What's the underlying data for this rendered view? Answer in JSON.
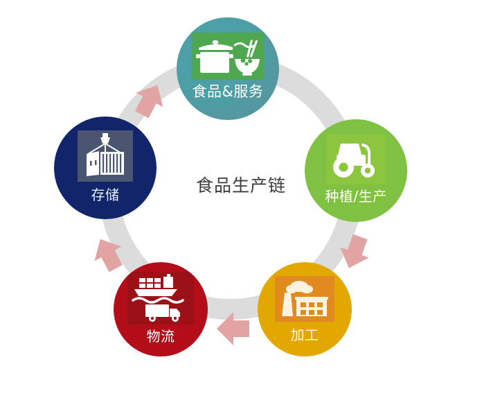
{
  "diagram": {
    "center_title": "食品生产链",
    "ring_color": "#dcdcdc",
    "arrow_color": "#e2a3a3",
    "background": "#ffffff",
    "flow_direction": "counter-clockwise",
    "nodes": [
      {
        "id": "food-service",
        "label": "食品&服务",
        "icon": "pot-and-noodle-bowl-icon",
        "circle_color": "#4fa3a8",
        "icon_box_color": "#4fa84f",
        "position": "top"
      },
      {
        "id": "farming-production",
        "label": "种植/生产",
        "icon": "tractor-icon",
        "circle_color": "#7fc142",
        "icon_box_color": "#8cc63f",
        "position": "right"
      },
      {
        "id": "processing",
        "label": "加工",
        "icon": "factory-icon",
        "circle_color": "#e2a800",
        "icon_box_color": "#e08a20",
        "position": "bottom-right"
      },
      {
        "id": "logistics",
        "label": "物流",
        "icon": "cargo-ship-and-truck-icon",
        "circle_color": "#b20d18",
        "icon_box_color": "#9c1018",
        "position": "bottom-left"
      },
      {
        "id": "storage",
        "label": "存储",
        "icon": "crane-lifting-container-icon",
        "circle_color": "#12256b",
        "icon_box_color": "#4a5572",
        "position": "left"
      }
    ],
    "arrows": [
      {
        "id": "arrow-storage-to-food",
        "from": "storage",
        "to": "food-service",
        "direction": "up-right"
      },
      {
        "id": "arrow-farm-to-process",
        "from": "farming-production",
        "to": "processing",
        "direction": "down-left"
      },
      {
        "id": "arrow-process-to-logistics",
        "from": "processing",
        "to": "logistics",
        "direction": "left"
      },
      {
        "id": "arrow-logistics-to-storage",
        "from": "logistics",
        "to": "storage",
        "direction": "up"
      }
    ]
  }
}
